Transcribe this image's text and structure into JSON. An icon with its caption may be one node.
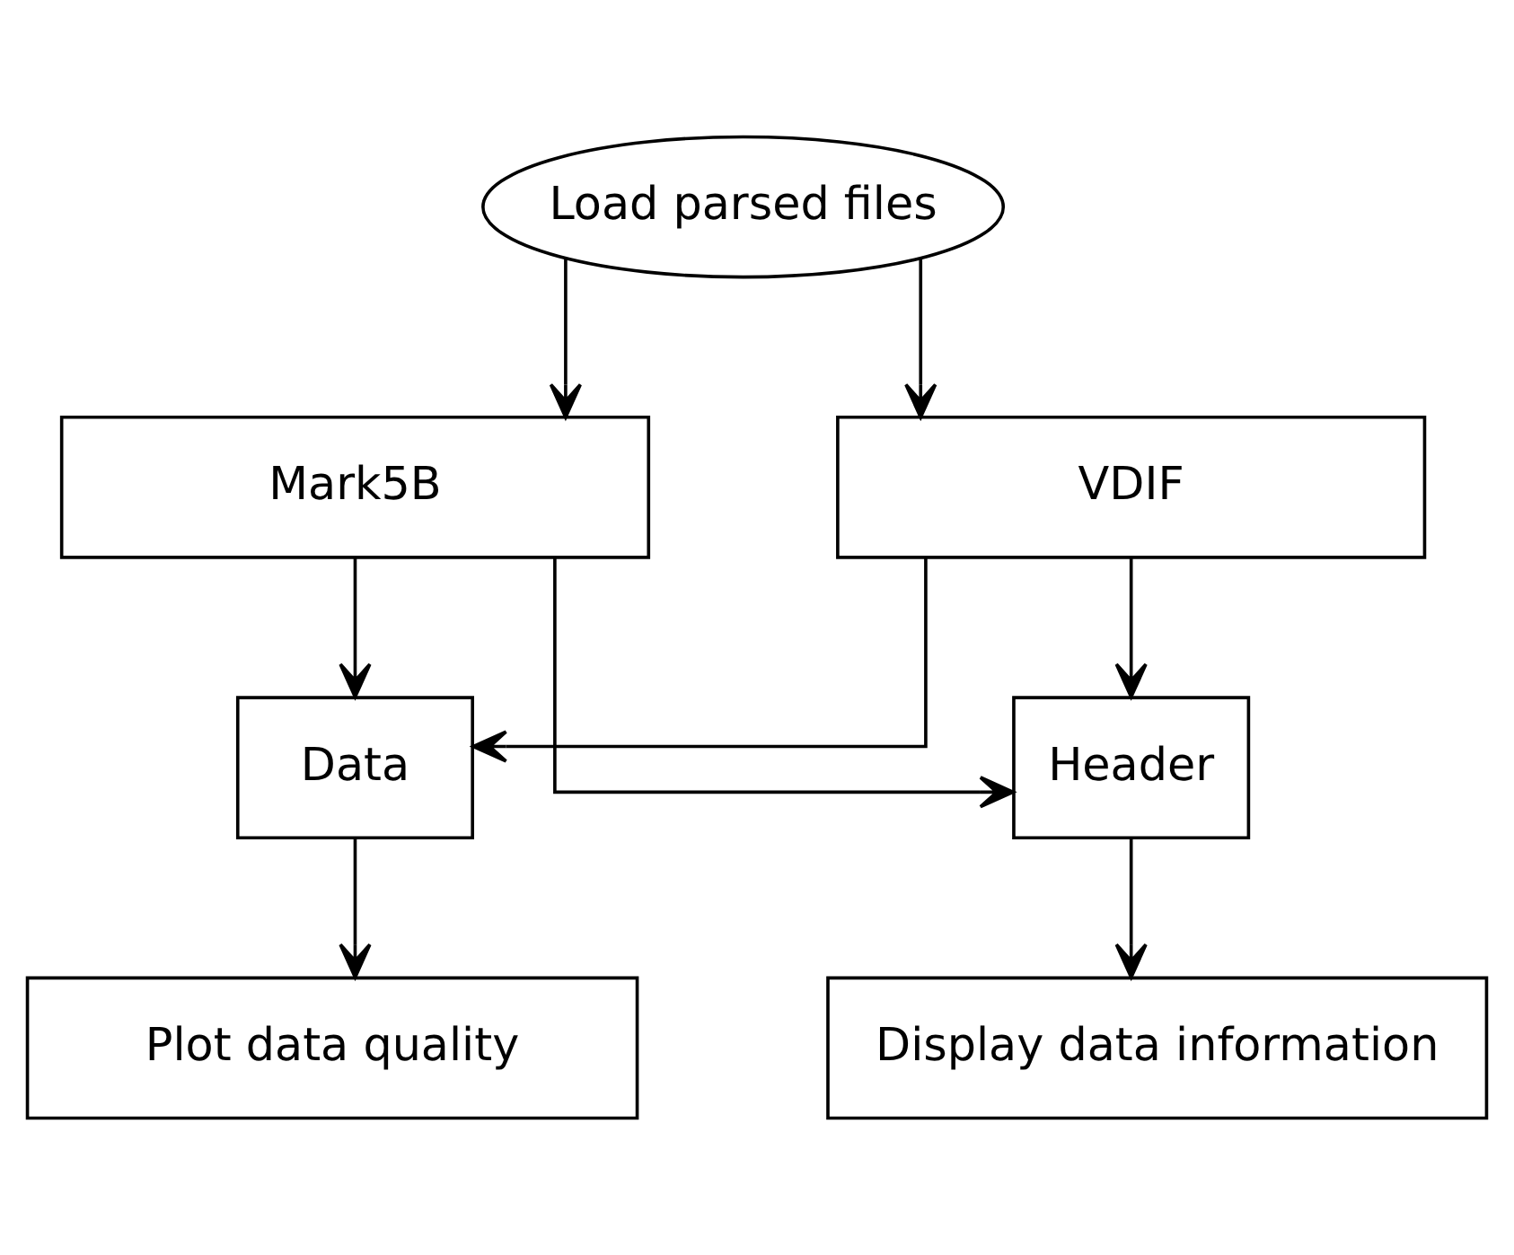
{
  "diagram": {
    "nodes": [
      {
        "text": [
          "Load parsed files"
        ]
      },
      {
        "text": [
          "Mark5B"
        ]
      },
      {
        "text": [
          "VDIF"
        ]
      },
      {
        "text": [
          "Data"
        ]
      },
      {
        "text": [
          "Plot data quality"
        ]
      },
      {
        "text": [
          "Header"
        ]
      },
      {
        "text": [
          "Display data information"
        ]
      }
    ],
    "edges": [
      {
        "from": 0,
        "to": 1,
        "arrow": "to"
      },
      {
        "from": 0,
        "to": 2,
        "arrow": "to"
      },
      {
        "from": 1,
        "to": 3,
        "arrow": "to"
      },
      {
        "from": 2,
        "to": 3,
        "arrow": "to"
      },
      {
        "from": 3,
        "to": 4,
        "arrow": "to"
      },
      {
        "from": 1,
        "to": 5,
        "arrow": "to"
      },
      {
        "from": 2,
        "to": 5,
        "arrow": "to"
      },
      {
        "from": 5,
        "to": 6,
        "arrow": "to"
      }
    ]
  }
}
